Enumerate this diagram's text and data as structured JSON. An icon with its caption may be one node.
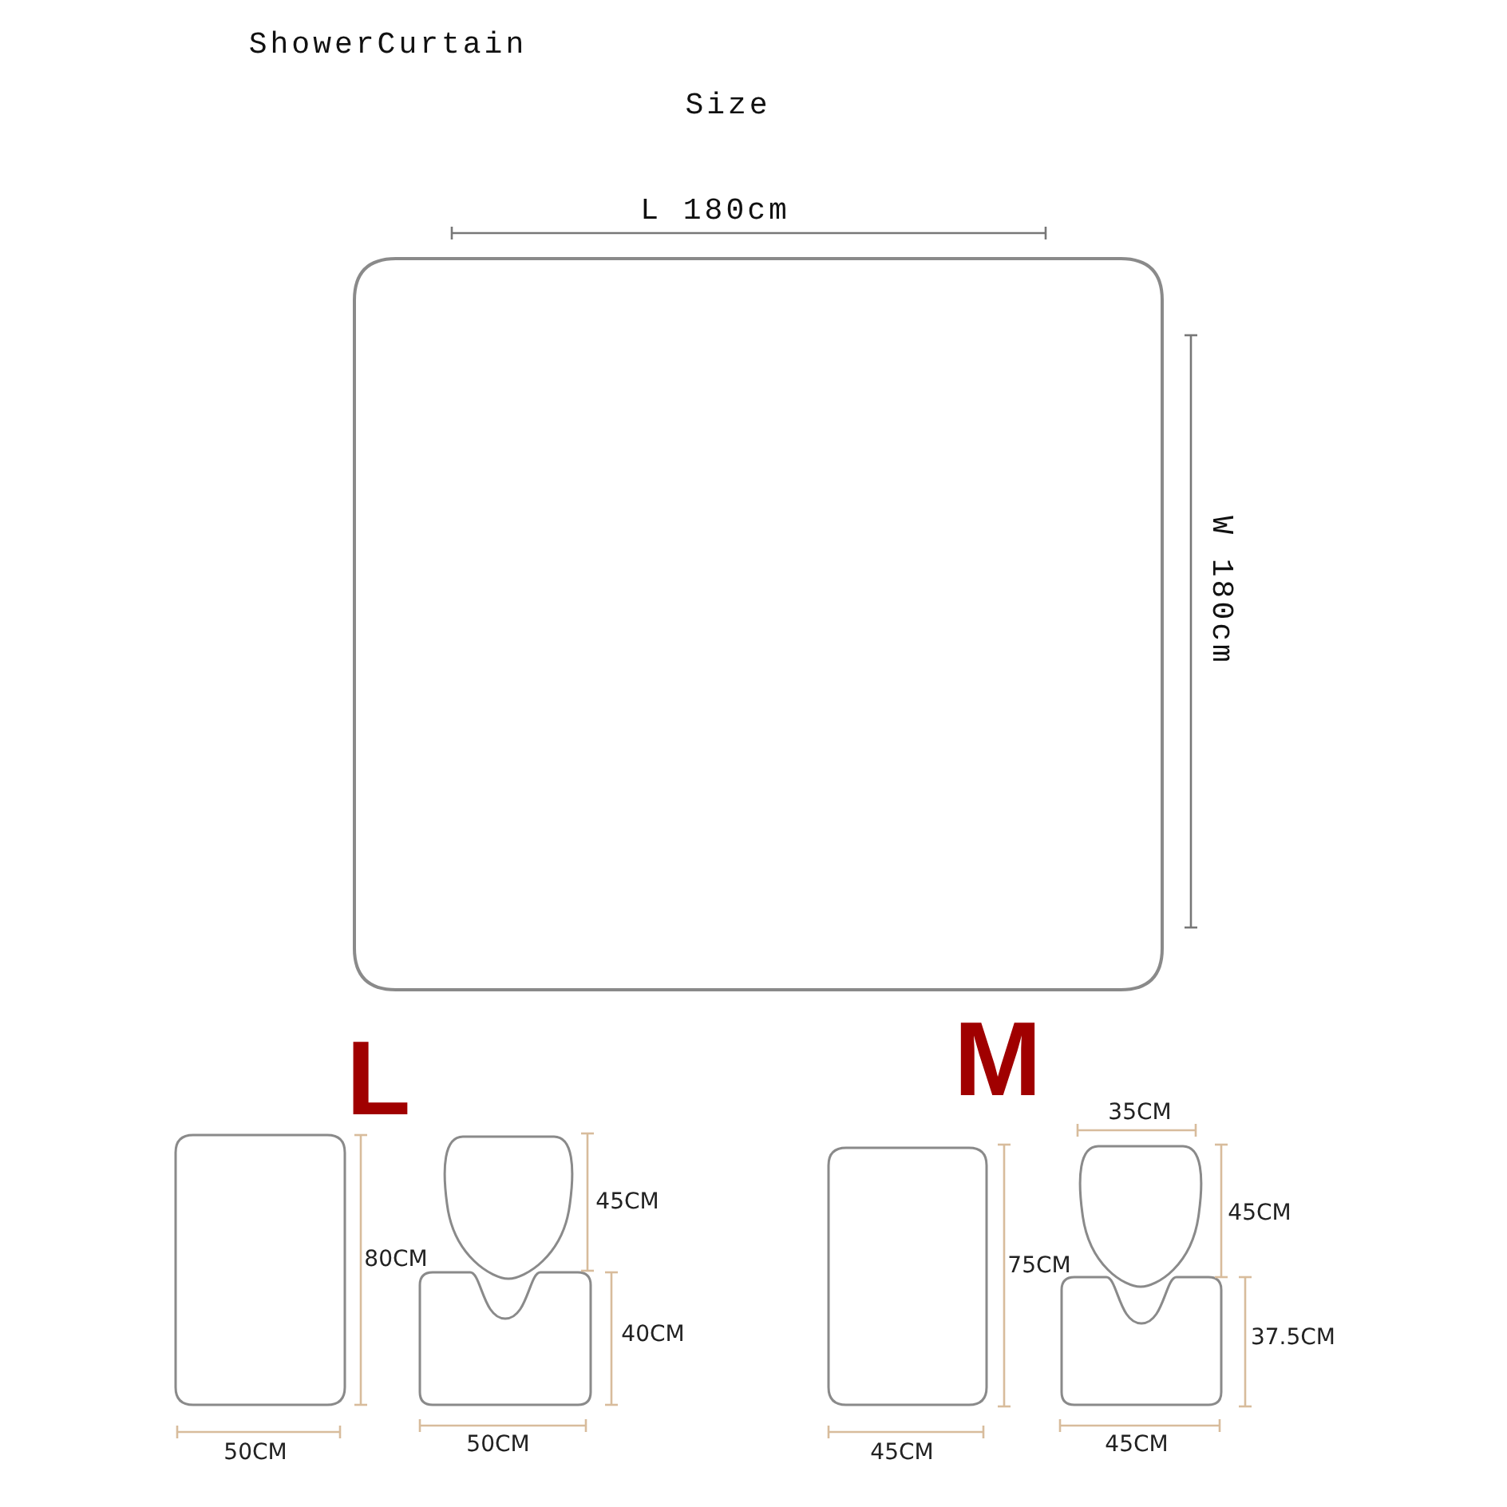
{
  "diagram": {
    "nodes": [
      {
        "text": [],
        "shape": "box"
      },
      {
        "text": [],
        "shape": "box"
      },
      {
        "text": [],
        "shape": "oval"
      },
      {
        "text": [],
        "shape": "box"
      },
      {
        "text": [],
        "shape": "box"
      },
      {
        "text": [],
        "shape": "oval"
      },
      {
        "text": [],
        "shape": "box"
      }
    ],
    "labels": [
      "ShowerCurtain",
      "Size",
      "L 180cm",
      "W 180cm",
      "L",
      "M",
      "35CM",
      "45CM",
      "80CM",
      "45CM",
      "75CM",
      "40CM",
      "37.5CM",
      "50CM",
      "50CM",
      "45CM",
      "45CM"
    ]
  }
}
